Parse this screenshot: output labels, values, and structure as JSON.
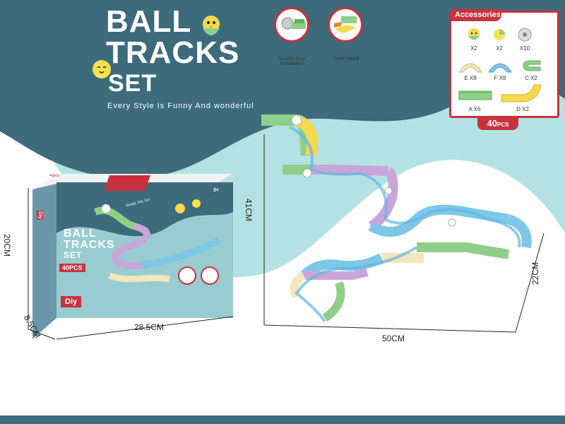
{
  "title": {
    "line1": "BALL",
    "line2": "TRACKS",
    "line3": "SET",
    "slogan": "Every Style Is Funny And wonderful"
  },
  "install": {
    "suction": "Suction Cup Installation",
    "track": "Track Install"
  },
  "accessories": {
    "header": "Accessories",
    "items": [
      {
        "icon": "ball-chick-icon",
        "count": "X2"
      },
      {
        "icon": "ball-yellow-icon",
        "count": "X2"
      },
      {
        "icon": "suction-cup-icon",
        "count": "X10"
      },
      {
        "icon": "track-e-icon",
        "count": "E X8"
      },
      {
        "icon": "track-f-icon",
        "count": "F X8"
      },
      {
        "icon": "track-c-icon",
        "count": "C X2"
      },
      {
        "icon": "track-a-icon",
        "count": "A X6"
      },
      {
        "icon": "track-d-icon",
        "count": "D X2"
      }
    ],
    "total_num": "40",
    "total_unit": "PCS"
  },
  "box": {
    "title1": "BALL",
    "title2": "TRACKS",
    "title3": "SET",
    "pcs": "40PCS",
    "diy": "Diy",
    "ready": "Ready, Set, Go!",
    "top_pcs": "40pcs",
    "side_label": "Diy",
    "age": "3+"
  },
  "dimensions": {
    "box_height": "20CM",
    "box_depth": "8.5CM",
    "box_width": "28.5CM",
    "set_height": "41CM",
    "set_depth": "22CM",
    "set_width": "50CM"
  },
  "colors": {
    "teal": "#3d6b7c",
    "light_teal": "#a8dde0",
    "red": "#c8323f",
    "yellow": "#f5d94e",
    "purple": "#c9a6d8",
    "green": "#8fcf8a",
    "blue": "#7ec7e6",
    "cream": "#f2e6bd"
  }
}
